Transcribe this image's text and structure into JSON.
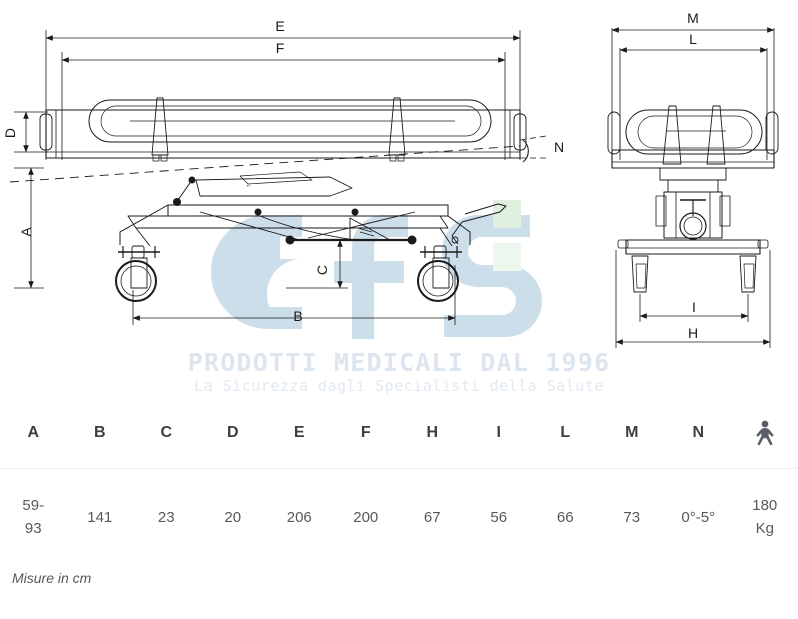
{
  "drawing": {
    "side_view": {
      "dimension_labels": [
        {
          "id": "E",
          "label": "E"
        },
        {
          "id": "F",
          "label": "F"
        },
        {
          "id": "D",
          "label": "D"
        },
        {
          "id": "A",
          "label": "A"
        },
        {
          "id": "B",
          "label": "B"
        },
        {
          "id": "C",
          "label": "C"
        },
        {
          "id": "N",
          "label": "N"
        }
      ]
    },
    "front_view": {
      "dimension_labels": [
        {
          "id": "M",
          "label": "M"
        },
        {
          "id": "L",
          "label": "L"
        },
        {
          "id": "I",
          "label": "I"
        },
        {
          "id": "H",
          "label": "H"
        }
      ]
    }
  },
  "watermark": {
    "logo_text": "cfs",
    "tagline_primary": "PRODOTTI MEDICALI DAL 1996",
    "tagline_secondary": "La Sicurezza dagli Specialisti della Salute",
    "logo_color": "#cddeeb",
    "accent_color": "#dff0df"
  },
  "spec_table": {
    "headers": [
      {
        "key": "A",
        "label": "A",
        "type": "text"
      },
      {
        "key": "B",
        "label": "B",
        "type": "text"
      },
      {
        "key": "C",
        "label": "C",
        "type": "text"
      },
      {
        "key": "D",
        "label": "D",
        "type": "text"
      },
      {
        "key": "E",
        "label": "E",
        "type": "text"
      },
      {
        "key": "F",
        "label": "F",
        "type": "text"
      },
      {
        "key": "H",
        "label": "H",
        "type": "text"
      },
      {
        "key": "I",
        "label": "I",
        "type": "text"
      },
      {
        "key": "L",
        "label": "L",
        "type": "text"
      },
      {
        "key": "M",
        "label": "M",
        "type": "text"
      },
      {
        "key": "N",
        "label": "N",
        "type": "text"
      },
      {
        "key": "capacity",
        "label": "",
        "type": "icon",
        "icon": "walking-person-icon"
      }
    ],
    "rows": [
      {
        "A": "59-93",
        "B": "141",
        "C": "23",
        "D": "20",
        "E": "206",
        "F": "200",
        "H": "67",
        "I": "56",
        "L": "66",
        "M": "73",
        "N": "0°-5°",
        "capacity": "180 Kg"
      }
    ]
  },
  "footnote": {
    "text": "Misure in cm"
  }
}
